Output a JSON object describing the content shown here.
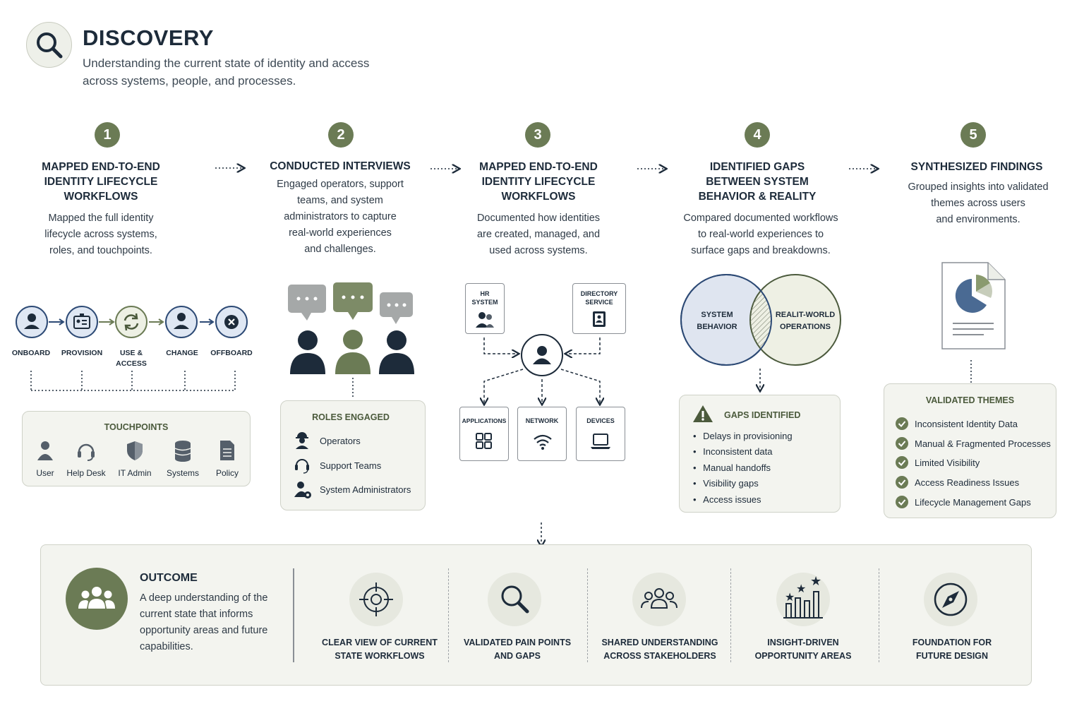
{
  "header": {
    "title": "DISCOVERY",
    "subtitle": "Understanding the current state of identity and access across systems, people, and processes."
  },
  "steps": [
    {
      "num": "1",
      "title": "MAPPED END-TO-END\nIDENTITY LIFECYCLE\nWORKFLOWS",
      "desc": "Mapped the full identity\nlifecycle across systems,\nroles, and touchpoints."
    },
    {
      "num": "2",
      "title": "CONDUCTED INTERVIEWS",
      "desc": "Engaged operators, support\nteams, and system\nadministrators to capture\nreal-world experiences\nand challenges."
    },
    {
      "num": "3",
      "title": "MAPPED END-TO-END\nIDENTITY LIFECYCLE\nWORKFLOWS",
      "desc": "Documented how identities\nare created, managed, and\nused across systems."
    },
    {
      "num": "4",
      "title": "IDENTIFIED GAPS\nBETWEEN SYSTEM\nBEHAVIOR & REALITY",
      "desc": "Compared documented workflows\nto real-world experiences to\nsurface gaps and breakdowns."
    },
    {
      "num": "5",
      "title": "SYNTHESIZED FINDINGS",
      "desc": "Grouped insights into validated\nthemes across users\nand environments."
    }
  ],
  "lifecycle": {
    "stages": [
      "ONBOARD",
      "PROVISION",
      "USE &\nACCESS",
      "CHANGE",
      "OFFBOARD"
    ],
    "touchpoints_title": "TOUCHPOINTS",
    "touchpoints": [
      "User",
      "Help Desk",
      "IT Admin",
      "Systems",
      "Policy"
    ]
  },
  "roles": {
    "title": "ROLES ENGAGED",
    "items": [
      "Operators",
      "Support Teams",
      "System Administrators"
    ]
  },
  "systems": {
    "hr": "HR\nSYSTEM",
    "directory": "DIRECTORY\nSERVICE",
    "applications": "APPLICATIONS",
    "network": "NETWORK",
    "devices": "DEVICES"
  },
  "venn": {
    "left": "SYSTEM\nBEHAVIOR",
    "right": "REALIT-WORLD\nOPERATIONS"
  },
  "gaps": {
    "title": "GAPS IDENTIFIED",
    "items": [
      "Delays in provisioning",
      "Inconsistent data",
      "Manual handoffs",
      "Visibility gaps",
      "Access issues"
    ]
  },
  "themes": {
    "title": "VALIDATED THEMES",
    "items": [
      "Inconsistent Identity Data",
      "Manual & Fragmented Processes",
      "Limited Visibility",
      "Access Readiness Issues",
      "Lifecycle Management Gaps"
    ]
  },
  "outcome": {
    "title": "OUTCOME",
    "desc": "A deep understanding of the current state that informs opportunity areas and future capabilities.",
    "items": [
      "CLEAR VIEW OF CURRENT\nSTATE WORKFLOWS",
      "VALIDATED PAIN POINTS\nAND GAPS",
      "SHARED UNDERSTANDING\nACROSS STAKEHOLDERS",
      "INSIGHT-DRIVEN\nOPPORTUNITY AREAS",
      "FOUNDATION FOR\nFUTURE DESIGN"
    ]
  },
  "colors": {
    "navy": "#1d2b3a",
    "olive": "#6b7b55",
    "card": "#f3f4ef",
    "venn_left": "#dfe5f0",
    "venn_right": "#eef0e4"
  }
}
